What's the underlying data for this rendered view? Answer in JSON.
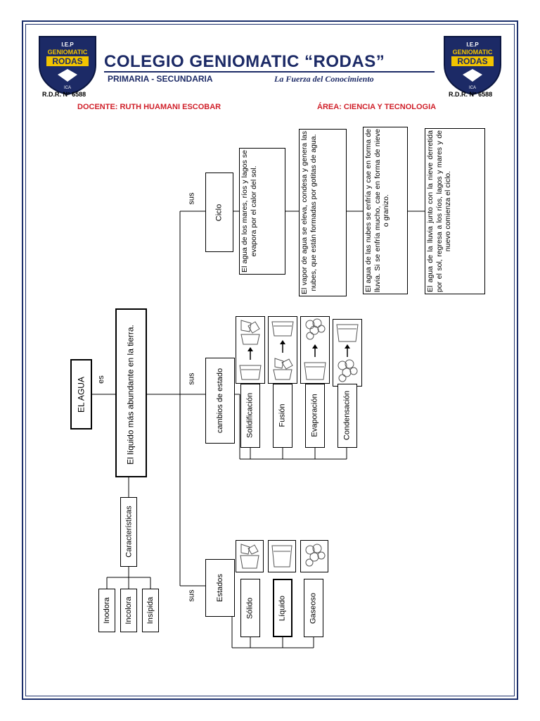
{
  "header": {
    "school_name": "COLEGIO GENIOMATIC “RODAS”",
    "levels": "PRIMARIA - SECUNDARIA",
    "motto": "La Fuerza del Conocimiento",
    "logo_lines": [
      "I.E.P",
      "GENIOMATIC",
      "RODAS",
      "ICA"
    ],
    "registration": "R.D.R. N° 6588",
    "teacher": "DOCENTE: RUTH HUAMANI ESCOBAR",
    "area": "ÁREA: CIENCIA Y TECNOLOGIA"
  },
  "map": {
    "root": "EL AGUA",
    "link_es": "es",
    "definition": "El líquido más abundante en la tierra.",
    "characteristics": {
      "title": "Características",
      "items": [
        "Inodora",
        "Incolora",
        "Insípida"
      ]
    },
    "link_sus": "sus",
    "states": {
      "title": "Estados",
      "items": [
        "Sólido",
        "Líquido",
        "Gaseoso"
      ]
    },
    "changes": {
      "title": "cambios de estado",
      "items": [
        "Solidificación",
        "Fusión",
        "Evaporación",
        "Condensación"
      ]
    },
    "cycle": {
      "title": "Ciclo",
      "steps": [
        "El agua de los mares, ríos y lagos se evapora por el calor del sol.",
        "El vapor de agua se eleva, condesa y genera las nubes, que están formadas por gotitas de agua.",
        "El agua de las nubes se enfría y cae en forma de lluvia. Si se enfría mucho, cae en forma de nieve o granizo.",
        "El agua de la lluvia junto con la nieve derretida por el sol, regresa a los ríos, lagos y mares y de nuevo comienza el ciclo."
      ]
    }
  },
  "colors": {
    "navy": "#1c2a66",
    "red": "#d0202a",
    "gold": "#f2c400"
  }
}
